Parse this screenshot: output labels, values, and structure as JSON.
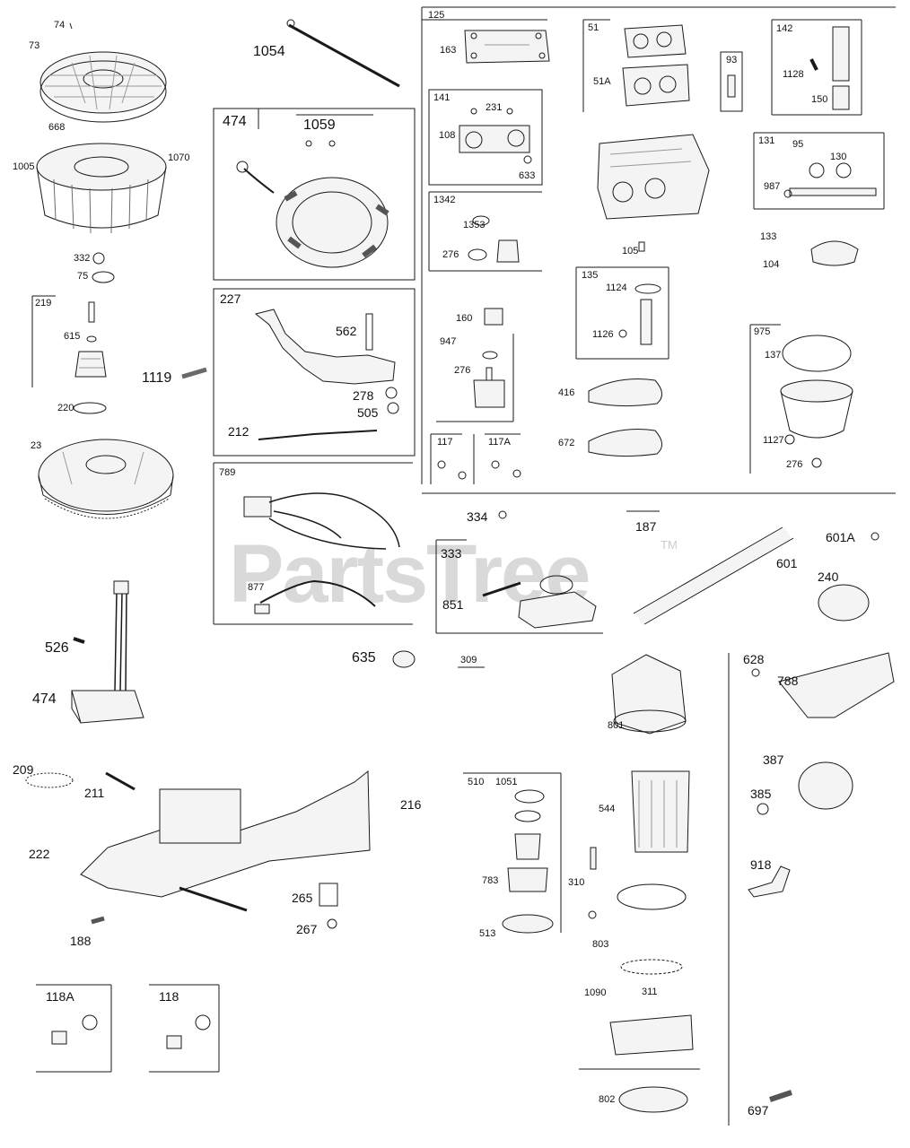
{
  "watermark": {
    "brand": "PartsTree",
    "trademark": "TM"
  },
  "callouts": {
    "p74": "74",
    "p73": "73",
    "p668": "668",
    "p1005": "1005",
    "p1070": "1070",
    "p332": "332",
    "p75": "75",
    "p219": "219",
    "p615": "615",
    "p1119": "1119",
    "p220": "220",
    "p23": "23",
    "p1054": "1054",
    "p474a": "474",
    "p1059": "1059",
    "p227": "227",
    "p562": "562",
    "p278": "278",
    "p505": "505",
    "p212": "212",
    "p789": "789",
    "p877": "877",
    "p526": "526",
    "p474b": "474",
    "p635": "635",
    "p125": "125",
    "p163": "163",
    "p51": "51",
    "p51a": "51A",
    "p93": "93",
    "p142": "142",
    "p1128": "1128",
    "p150": "150",
    "p141": "141",
    "p231": "231",
    "p108": "108",
    "p633": "633",
    "p1342": "1342",
    "p1353": "1353",
    "p276a": "276",
    "p105": "105",
    "p131": "131",
    "p95": "95",
    "p130": "130",
    "p987": "987",
    "p133": "133",
    "p104": "104",
    "p135": "135",
    "p1124": "1124",
    "p1126": "1126",
    "p160": "160",
    "p947": "947",
    "p276b": "276",
    "p975": "975",
    "p137": "137",
    "p416": "416",
    "p672": "672",
    "p1127": "1127",
    "p276c": "276",
    "p117": "117",
    "p117a": "117A",
    "p334": "334",
    "p187": "187",
    "p601a": "601A",
    "p333": "333",
    "p601": "601",
    "p240": "240",
    "p851": "851",
    "p309": "309",
    "p628": "628",
    "p788": "788",
    "p801": "801",
    "p387": "387",
    "p385": "385",
    "p209": "209",
    "p211": "211",
    "p216": "216",
    "p222": "222",
    "p544": "544",
    "p510": "510",
    "p1051": "1051",
    "p918": "918",
    "p783": "783",
    "p310": "310",
    "p265": "265",
    "p267": "267",
    "p188": "188",
    "p513": "513",
    "p803": "803",
    "p118a": "118A",
    "p118": "118",
    "p1090": "1090",
    "p311": "311",
    "p802": "802",
    "p697": "697"
  },
  "colors": {
    "line": "#1a1a1a",
    "part_fill": "#f4f4f4",
    "shade": "#9a9a9a",
    "watermark": "#d9d9d9"
  }
}
